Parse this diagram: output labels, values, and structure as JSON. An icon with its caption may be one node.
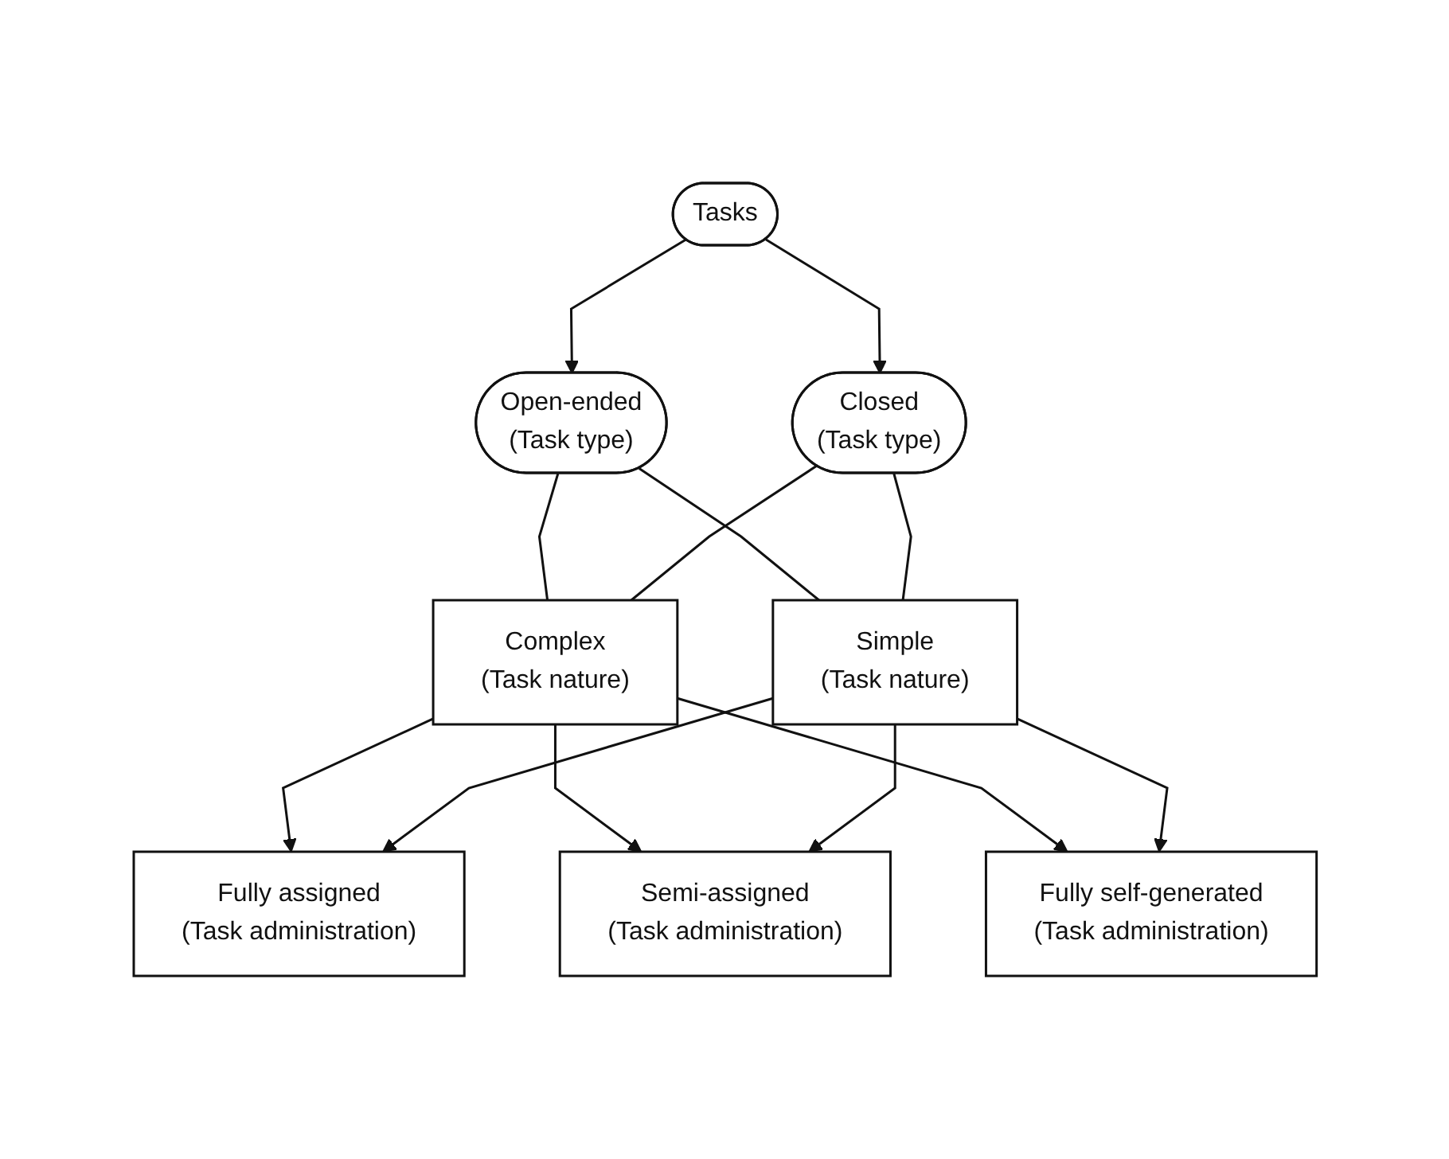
{
  "diagram": {
    "nodes": [
      {
        "text": [
          "Tasks"
        ]
      },
      {
        "text": [
          "Open-ended",
          "(Task type)"
        ]
      },
      {
        "text": [
          "Closed",
          "(Task type)"
        ]
      },
      {
        "text": [
          "Complex",
          "(Task nature)"
        ]
      },
      {
        "text": [
          "Simple",
          "(Task nature)"
        ]
      },
      {
        "text": [
          "Fully assigned",
          "(Task administration)"
        ]
      },
      {
        "text": [
          "Semi-assigned",
          "(Task administration)"
        ]
      },
      {
        "text": [
          "Fully self-generated",
          "(Task administration)"
        ]
      }
    ],
    "edges": [
      {
        "from": 0,
        "to": 1,
        "arrow": "to"
      },
      {
        "from": 0,
        "to": 2,
        "arrow": "to"
      },
      {
        "from": 1,
        "to": 3,
        "arrow": "none"
      },
      {
        "from": 1,
        "to": 4,
        "arrow": "none"
      },
      {
        "from": 2,
        "to": 3,
        "arrow": "none"
      },
      {
        "from": 2,
        "to": 4,
        "arrow": "none"
      },
      {
        "from": 3,
        "to": 5,
        "arrow": "to"
      },
      {
        "from": 3,
        "to": 6,
        "arrow": "to"
      },
      {
        "from": 3,
        "to": 7,
        "arrow": "to"
      },
      {
        "from": 4,
        "to": 5,
        "arrow": "to"
      },
      {
        "from": 4,
        "to": 6,
        "arrow": "to"
      },
      {
        "from": 4,
        "to": 7,
        "arrow": "to"
      }
    ]
  }
}
